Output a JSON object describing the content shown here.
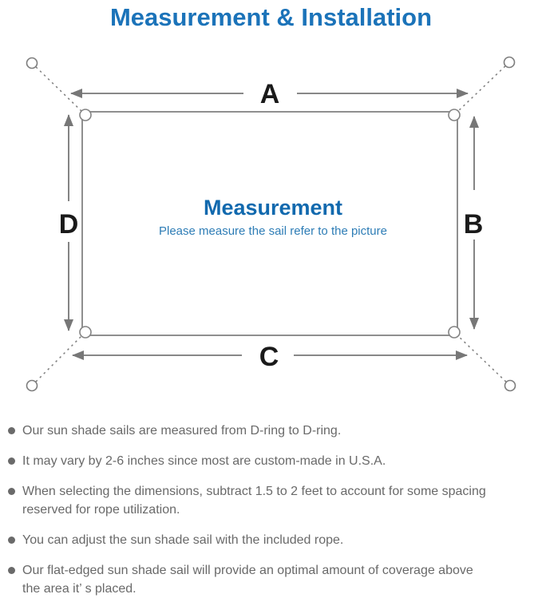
{
  "page": {
    "title": "Measurement & Installation"
  },
  "colors": {
    "title_blue": "#1b73b9",
    "center_title_blue": "#1169ae",
    "subtitle_blue": "#2e7db6",
    "body_text_gray": "#696969",
    "line_gray": "#7d7d7d",
    "label_black": "#1a1a1a"
  },
  "diagram": {
    "labels": {
      "top": "A",
      "right": "B",
      "bottom": "C",
      "left": "D"
    },
    "center_title": "Measurement",
    "center_subtitle": "Please measure the sail refer to the picture"
  },
  "bullets": [
    {
      "lines": [
        "Our sun shade sails are measured from D-ring to D-ring."
      ]
    },
    {
      "lines": [
        "It may vary by 2-6 inches since most are custom-made in U.S.A."
      ]
    },
    {
      "lines": [
        "When selecting the dimensions, subtract 1.5 to 2 feet to account for some spacing",
        "reserved for rope utilization."
      ]
    },
    {
      "lines": [
        "You can adjust the sun shade sail with the included rope."
      ]
    },
    {
      "lines": [
        "Our flat-edged sun shade sail will provide an optimal amount of coverage above",
        "the area it’ s placed."
      ]
    }
  ]
}
